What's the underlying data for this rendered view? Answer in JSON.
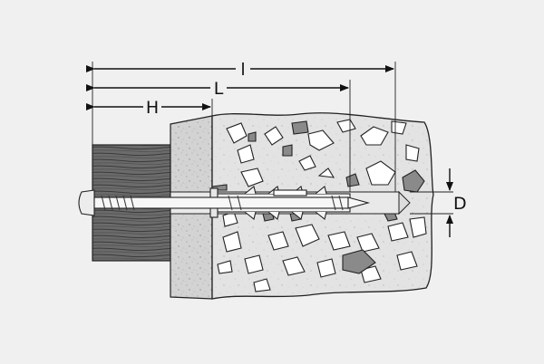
{
  "diagram": {
    "labels": {
      "total_length": "l",
      "anchor_length": "L",
      "fixture_thickness": "H",
      "diameter": "D"
    },
    "colors": {
      "background": "#f0f0f0",
      "wood": "#6a6a6a",
      "plaster": "#d2d2d2",
      "concrete": "#e4e4e4",
      "stone_light": "#ffffff",
      "stone_dark": "#8a8a8a",
      "outline": "#222222",
      "line": "#111111"
    }
  }
}
